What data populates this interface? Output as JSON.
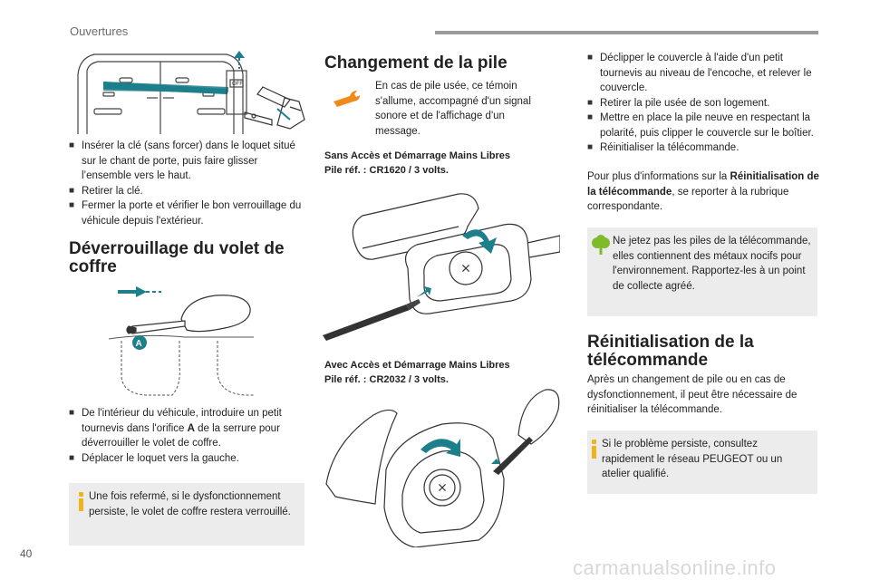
{
  "header": {
    "section": "Ouvertures"
  },
  "footer": {
    "page_number": "40",
    "watermark": "carmanualsonline.info"
  },
  "col1": {
    "bullets_top": [
      "Insérer la clé (sans forcer) dans le loquet situé sur le chant de porte, puis faire glisser l’ensemble vers le haut.",
      "Retirer la clé.",
      "Fermer la porte et vérifier le bon verrouillage du véhicule depuis l'extérieur."
    ],
    "fig1_label": "OFF",
    "heading_line1": "Déverrouillage du volet de",
    "heading_line2": "coffre",
    "fig2_label": "A",
    "bullet_a": {
      "pre": "De l'intérieur du véhicule, introduire un petit tournevis dans l'orifice ",
      "bold": "A",
      "post": " de la serrure pour déverrouiller le volet de coffre."
    },
    "bullet_b": "Déplacer le loquet vers la gauche.",
    "info": "Une fois refermé, si le dysfonctionnement persiste, le volet de coffre restera verrouillé."
  },
  "col2": {
    "heading": "Changement de la pile",
    "warning_text": "En cas de pile usée, ce témoin s'allume, accompagné d'un signal sonore et de l'affichage d'un message.",
    "sub1_line1": "Sans Accès et Démarrage Mains Libres",
    "sub1_line2": "Pile réf. : CR1620 / 3 volts.",
    "sub2_line1": "Avec Accès et Démarrage Mains Libres",
    "sub2_line2": "Pile réf. : CR2032 / 3 volts."
  },
  "col3": {
    "bullets": [
      "Déclipper le couvercle à l'aide d'un petit tournevis au niveau de l'encoche, et relever le couvercle.",
      "Retirer la pile usée de son logement.",
      "Mettre en place la pile neuve en respectant la polarité, puis clipper le couvercle sur le boîtier.",
      "Réinitialiser la télécommande."
    ],
    "para": {
      "pre": "Pour plus d'informations sur la ",
      "bold": "Réinitialisation de la télécommande",
      "post": ", se reporter à la rubrique correspondante."
    },
    "eco_text": "Ne jetez pas les piles de la télécommande, elles contiennent des métaux nocifs pour l'environnement. Rapportez-les à un point de collecte agréé.",
    "heading_line1": "Réinitialisation de la",
    "heading_line2": "télécommande",
    "reinit_text": "Après un changement de pile ou en cas de dysfonctionnement, il peut être nécessaire de réinitialiser la télécommande.",
    "info": "Si le problème persiste, consultez rapidement le réseau PEUGEOT ou un atelier qualifié."
  },
  "colors": {
    "teal": "#1d7f8c",
    "warning_orange": "#f08a1c",
    "eco_green": "#7dbb2a",
    "info_yellow": "#f0b31e",
    "box_gray": "#ececec"
  }
}
